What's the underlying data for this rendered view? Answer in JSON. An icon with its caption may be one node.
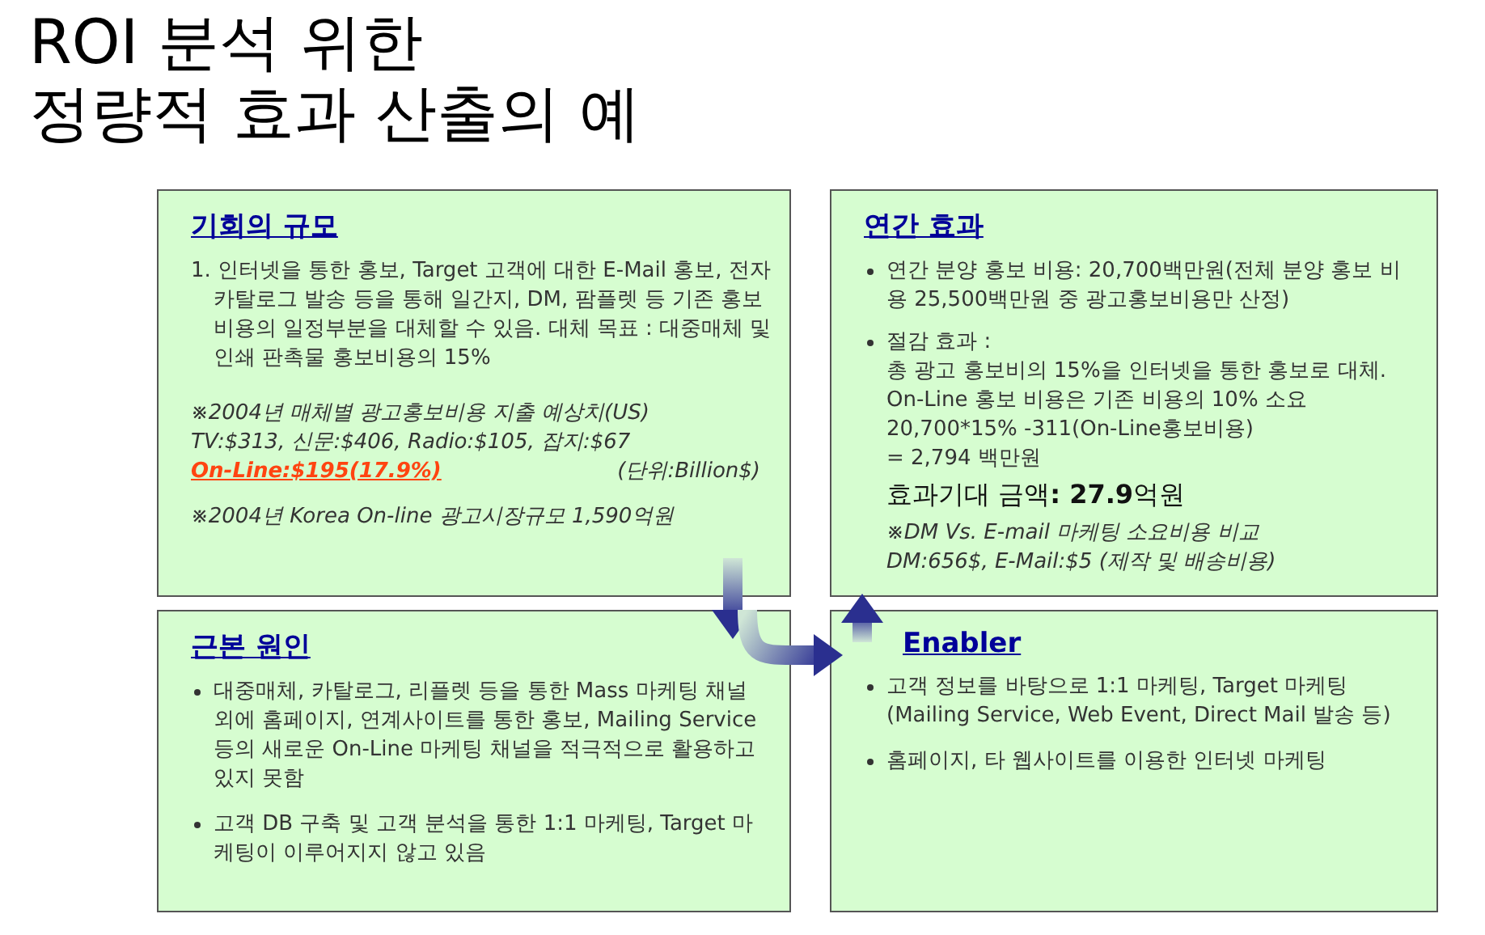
{
  "diagram": {
    "title": "ROI 분석 위한 정량적 효과 산출의 예",
    "nodes": [
      {
        "text": [
          "기회의 규모",
          "1. 인터넷을 통한 홍보, Target 고객에 대한 E-Mail 홍보, 전자 카탈로그 발송 등을 통해 일간지, DM, 팜플렛 등 기존 홍보 비용의 일정부분을 대체할 수 있음. 대체 목표 : 대중매체 및 인쇄 판촉물 홍보비용의 15%",
          "※2004년 매체별 광고홍보비용 지출 예상치(US)",
          "TV:$313, 신문:$406, Radio:$105, 잡지:$67",
          "On-Line:$195(17.9%)",
          "(단위:Billion$)",
          "※2004년 Korea On-line 광고시장규모 1,590억원"
        ]
      },
      {
        "text": [
          "연간 효과",
          "연간 분양 홍보 비용: 20,700백만원(전체 분양 홍보 비용 25,500백만원 중 광고홍보비용만 산정)",
          "절감 효과 :",
          "총 광고 홍보비의 15%을 인터넷을 통한 홍보로 대체. On-Line 홍보 비용은 기존 비용의 10% 소요",
          "20,700*15% -311(On-Line홍보비용)",
          "= 2,794 백만원",
          "효과기대 금액**: 27.9**억원",
          "※DM Vs. E-mail 마케팅 소요비용 비교",
          "DM:656$, E-Mail:$5 (제작 및 배송비용)"
        ]
      },
      {
        "text": [
          "근본 원인",
          "대중매체, 카탈로그, 리플렛 등을 통한 Mass 마케팅 채널 외에 홈페이지, 연계사이트를 통한 홍보, Mailing Service 등의 새로운 On-Line 마케팅 채널을 적극적으로 활용하고 있지 못함",
          "고객 DB 구축 및 고객 분석을 통한 1:1 마케팅, Target 마케팅이 이루어지지 않고 있음"
        ]
      },
      {
        "text": [
          "Enabler",
          "고객 정보를 바탕으로 1:1 마케팅, Target 마케팅 (Mailing Service, Web Event, Direct Mail 발송 등)",
          "홈페이지, 타 웹사이트를 이용한 인터넷 마케팅"
        ]
      }
    ],
    "edges": [
      {
        "from": 0,
        "to": 2,
        "arrow": "to"
      },
      {
        "from": 2,
        "to": 3,
        "arrow": "to"
      },
      {
        "from": 3,
        "to": 1,
        "arrow": "to"
      }
    ]
  }
}
